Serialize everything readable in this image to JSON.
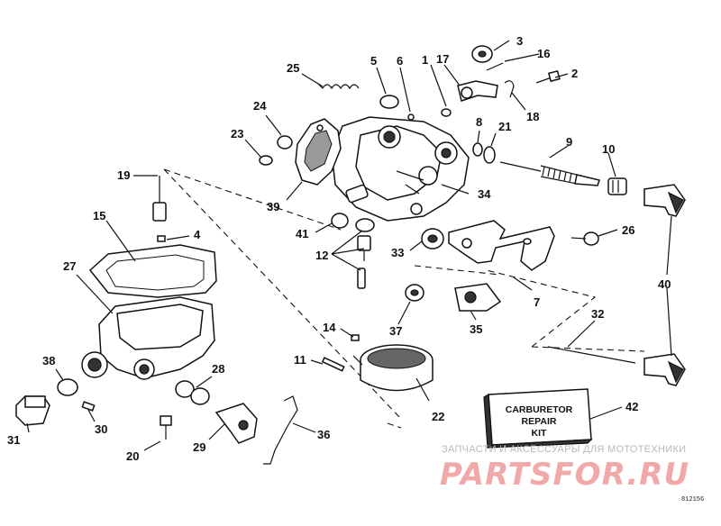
{
  "diagram": {
    "callouts": [
      "1",
      "2",
      "3",
      "4",
      "5",
      "6",
      "7",
      "8",
      "10",
      "11",
      "12",
      "14",
      "15",
      "16",
      "17",
      "18",
      "19",
      "20",
      "21",
      "22",
      "23",
      "24",
      "25",
      "26",
      "27",
      "28",
      "29",
      "30",
      "31",
      "32",
      "33",
      "34",
      "35",
      "36",
      "37",
      "38",
      "39",
      "40",
      "41",
      "42",
      "9"
    ],
    "kit_box": {
      "line1": "CARBURETOR",
      "line2": "REPAIR",
      "line3": "KIT"
    },
    "figure_number": "812156"
  },
  "watermark": {
    "caption": "ЗАПЧАСТИ И АКСЕССУАРЫ ДЛЯ МОТОТЕХНИКИ",
    "brand": "PARTSFOR.RU",
    "brand_color": "#f0a8a8"
  }
}
